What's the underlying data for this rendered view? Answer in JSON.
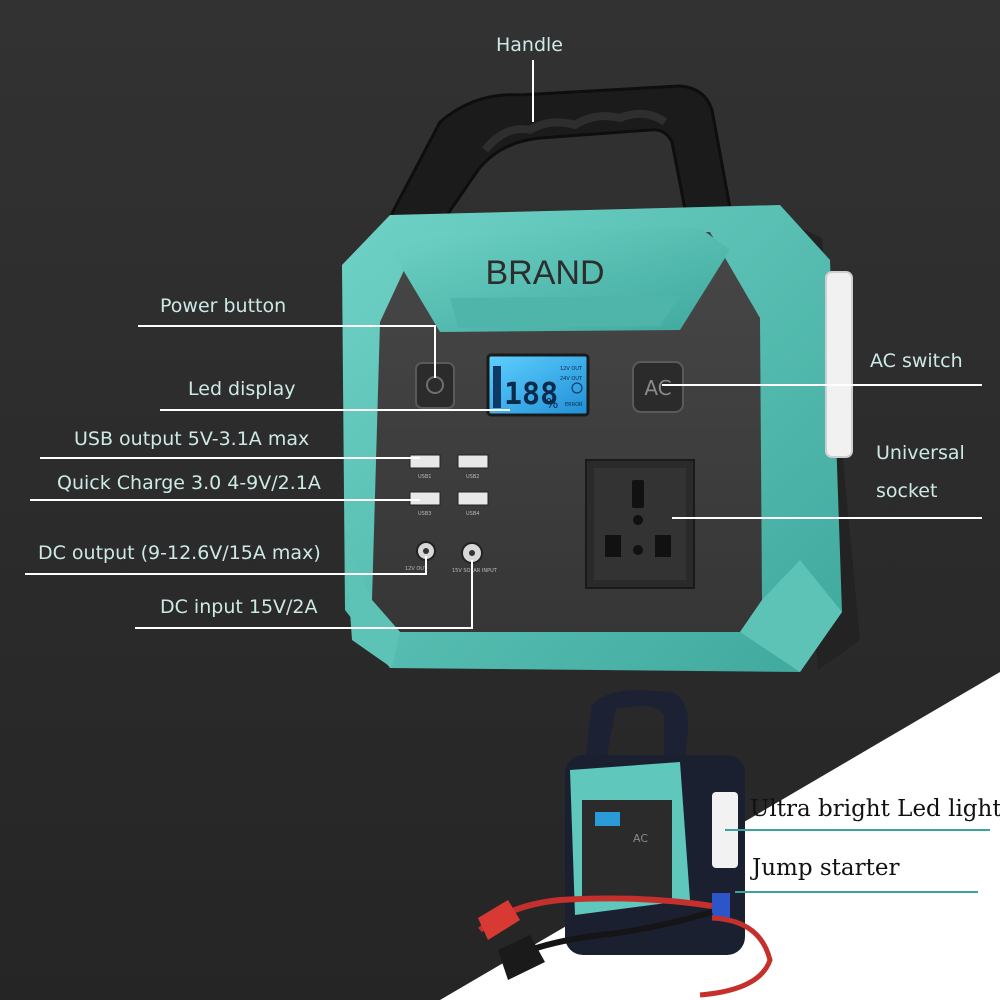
{
  "product": {
    "brand": "BRAND",
    "display": {
      "digits": "188",
      "unit": "%",
      "labels": [
        "12V OUT",
        "24V OUT",
        "ERROR"
      ]
    },
    "ac_button": "AC",
    "usb_labels": [
      "USB1",
      "USB2",
      "USB3",
      "USB4"
    ],
    "dc_labels": [
      "12V OUT",
      "15V SOLAR INPUT"
    ]
  },
  "callouts": {
    "handle": "Handle",
    "power_button": "Power button",
    "led_display": "Led display",
    "usb_output": "USB output 5V-3.1A max",
    "quick_charge": "Quick Charge 3.0 4-9V/2.1A",
    "dc_output": "DC output (9-12.6V/15A max)",
    "dc_input": "DC input 15V/2A",
    "ac_switch": "AC switch",
    "universal_socket_1": "Universal",
    "universal_socket_2": "socket",
    "led_light": "Ultra bright Led light",
    "jump_starter": "Jump starter"
  },
  "colors": {
    "background": "#2b2b2b",
    "accent_teal": "#5fc7bb",
    "panel": "#3f3f3f",
    "lcd": "#2aa9e8",
    "callout_text": "#cde9e6"
  }
}
